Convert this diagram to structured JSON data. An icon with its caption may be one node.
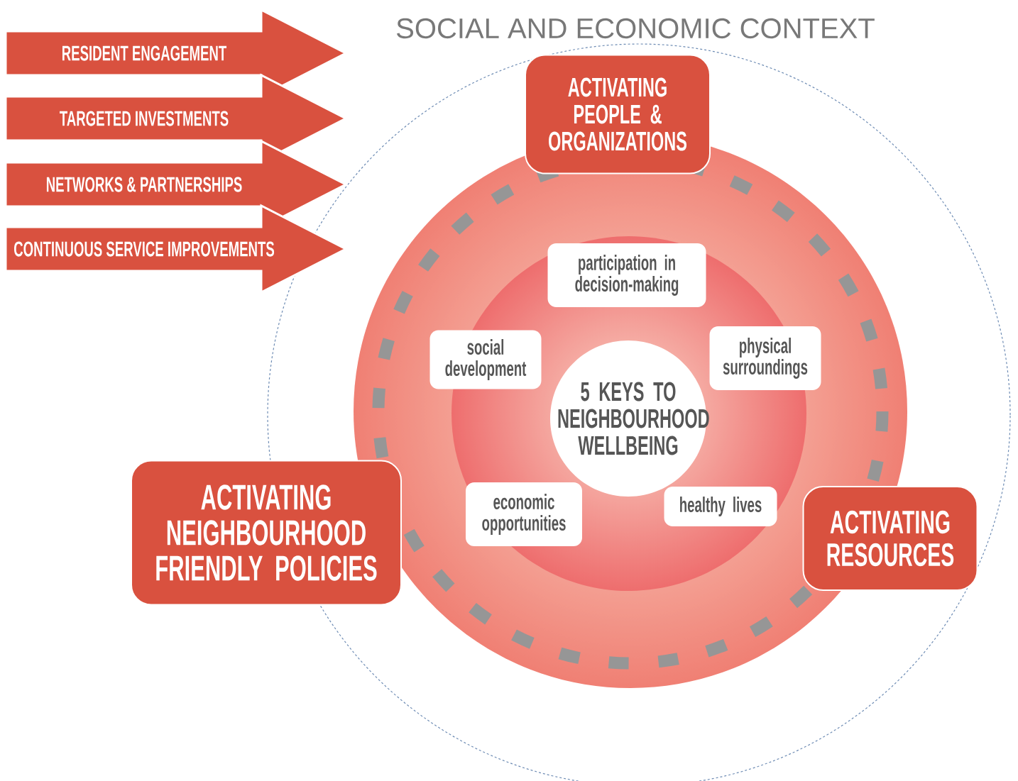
{
  "diagram": {
    "nodes": [
      {
        "text": [
          "RESIDENT ENGAGEMENT"
        ]
      },
      {
        "text": [
          "TARGETED INVESTMENTS"
        ]
      },
      {
        "text": [
          "NETWORKS & PARTNERSHIPS"
        ]
      },
      {
        "text": [
          "CONTINUOUS SERVICE IMPROVEMENTS"
        ]
      },
      {
        "text": [
          "SOCIAL AND ECONOMIC CONTEXT"
        ]
      },
      {
        "text": [
          "ACTIVATING PEOPLE & ORGANIZATIONS"
        ],
        "in": 4
      },
      {
        "text": [
          "ACTIVATING NEIGHBOURHOOD FRIENDLY POLICIES"
        ]
      },
      {
        "text": [
          "ACTIVATING RESOURCES"
        ],
        "in": 4
      },
      {
        "text": [
          "5 KEYS TO NEIGHBOURHOOD WELLBEING"
        ],
        "in": 4
      },
      {
        "text": [
          "participation in decision-making"
        ],
        "in": 4
      },
      {
        "text": [
          "social development"
        ],
        "in": 4
      },
      {
        "text": [
          "physical surroundings"
        ],
        "in": 4
      },
      {
        "text": [
          "economic opportunities"
        ],
        "in": 4
      },
      {
        "text": [
          "healthy lives"
        ],
        "in": 4
      }
    ]
  }
}
